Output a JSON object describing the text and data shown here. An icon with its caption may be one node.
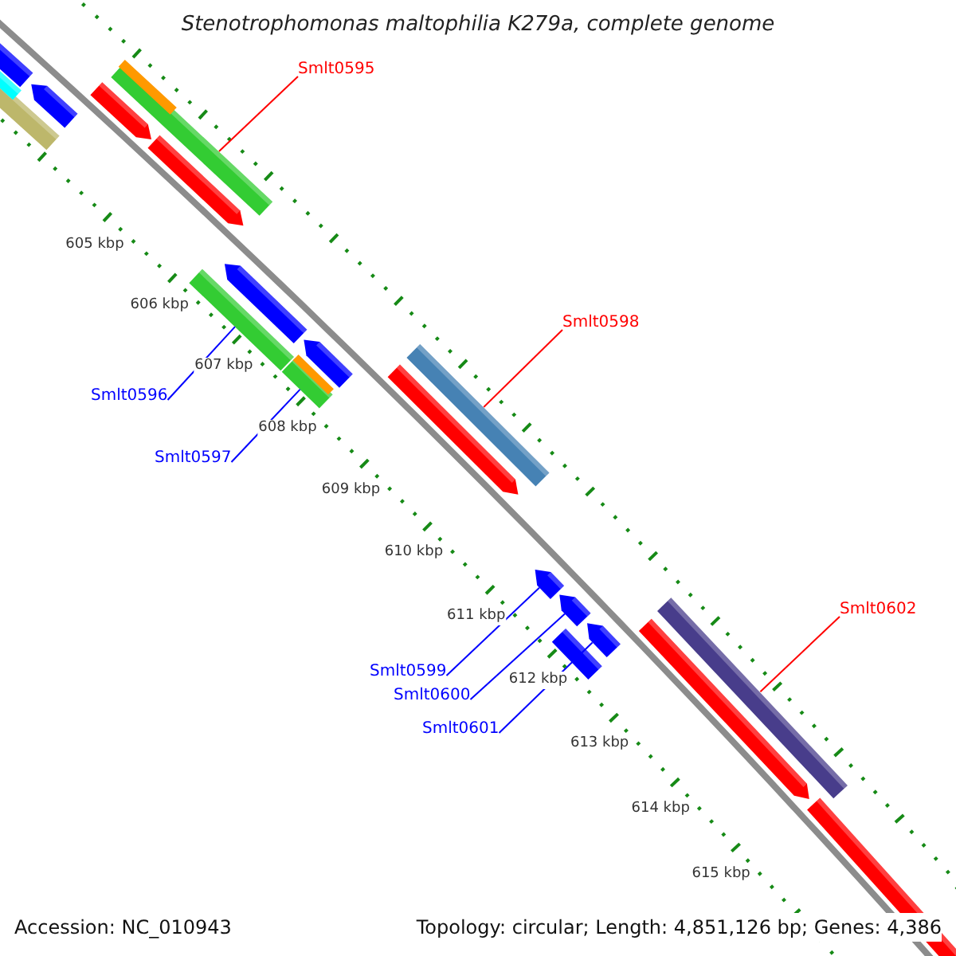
{
  "diagram": {
    "title": "Stenotrophomonas maltophilia K279a, complete genome",
    "nodes": [
      {
        "text": [
          "Smlt0595"
        ]
      },
      {
        "text": [
          "Smlt0598"
        ]
      },
      {
        "text": [
          "Smlt0602"
        ]
      },
      {
        "text": [
          "Smlt0596"
        ]
      },
      {
        "text": [
          "Smlt0597"
        ]
      },
      {
        "text": [
          "Smlt0599"
        ]
      },
      {
        "text": [
          "Smlt0600"
        ]
      },
      {
        "text": [
          "Smlt0601"
        ]
      },
      {
        "text": [],
        "shape": "bar"
      },
      {
        "text": [],
        "shape": "bar"
      },
      {
        "text": [],
        "shape": "bar"
      },
      {
        "text": [],
        "shape": "bar"
      },
      {
        "text": [],
        "shape": "bar"
      },
      {
        "text": [],
        "shape": "arrow"
      },
      {
        "text": [],
        "shape": "arrow"
      },
      {
        "text": [],
        "shape": "arrow"
      }
    ],
    "edges": [
      {
        "from": 0,
        "to": 8,
        "arrow": "none",
        "color": "#ff0000"
      },
      {
        "from": 1,
        "to": 9,
        "arrow": "none",
        "color": "#ff0000"
      },
      {
        "from": 2,
        "to": 10,
        "arrow": "none",
        "color": "#ff0000"
      },
      {
        "from": 3,
        "to": 11,
        "arrow": "none"
      },
      {
        "from": 4,
        "to": 12,
        "arrow": "none"
      },
      {
        "from": 5,
        "to": 13,
        "arrow": "none"
      },
      {
        "from": 6,
        "to": 14,
        "arrow": "none"
      },
      {
        "from": 7,
        "to": 15,
        "arrow": "none"
      }
    ],
    "labels": [
      "605 kbp",
      "606 kbp",
      "607 kbp",
      "608 kbp",
      "609 kbp",
      "610 kbp",
      "611 kbp",
      "612 kbp",
      "613 kbp",
      "614 kbp",
      "615 kbp",
      "Accession: NC_010943",
      "Topology: circular; Length: 4,851,126 bp; Genes: 4,386"
    ]
  }
}
